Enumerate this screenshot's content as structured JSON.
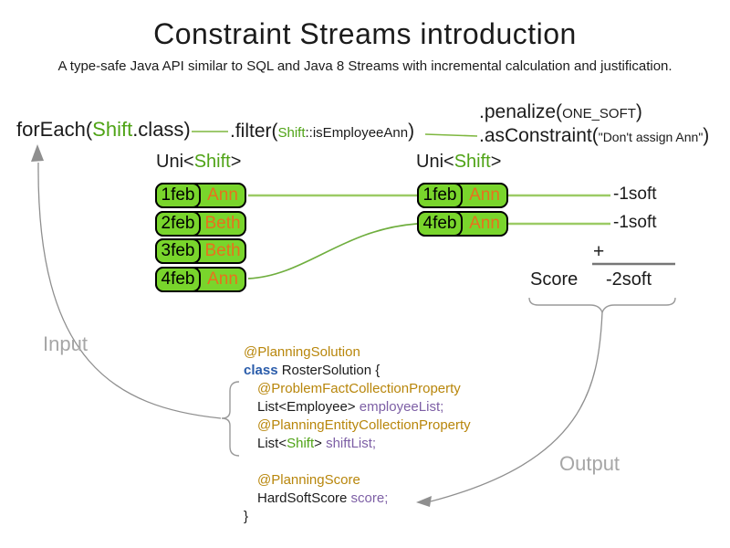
{
  "title": "Constraint Streams introduction",
  "subtitle": "A type-safe Java API similar to SQL and Java 8 Streams with incremental calculation and justification.",
  "pipeline": {
    "foreach_pre": "forEach(",
    "foreach_class": "Shift",
    "foreach_post": ".class)",
    "filter_pre": ".filter(",
    "filter_arg_class": "Shift",
    "filter_arg_rest": "::isEmployeeAnn",
    "filter_post": ")",
    "penalize_pre": ".penalize(",
    "penalize_arg": "ONE_SOFT",
    "penalize_post": ")",
    "asconstraint_pre": ".asConstraint(",
    "asconstraint_arg": "\"Don't assign Ann\"",
    "asconstraint_post": ")"
  },
  "uni": {
    "pre": "Uni<",
    "cls": "Shift",
    "post": ">"
  },
  "rows_left": [
    {
      "date": "1feb",
      "name": "Ann"
    },
    {
      "date": "2feb",
      "name": "Beth"
    },
    {
      "date": "3feb",
      "name": "Beth"
    },
    {
      "date": "4feb",
      "name": "Ann"
    }
  ],
  "rows_right": [
    {
      "date": "1feb",
      "name": "Ann"
    },
    {
      "date": "4feb",
      "name": "Ann"
    }
  ],
  "penalties": [
    "-1soft",
    "-1soft"
  ],
  "score": {
    "plus": "+",
    "label": "Score",
    "total": "-2soft"
  },
  "labels": {
    "input": "Input",
    "output": "Output"
  },
  "code": {
    "l1": "@PlanningSolution",
    "l2_kw": "class",
    "l2_rest": " RosterSolution {",
    "l3": "@ProblemFactCollectionProperty",
    "l4_a": "List<Employee> ",
    "l4_b": "employeeList;",
    "l5": "@PlanningEntityCollectionProperty",
    "l6_a": "List<",
    "l6_b": "Shift",
    "l6_c": "> ",
    "l6_d": "shiftList;",
    "l7": "@PlanningScore",
    "l8_a": "HardSoftScore ",
    "l8_b": "score;",
    "l9": "}"
  },
  "colors": {
    "box_green": "#79d52c",
    "type_green": "#4fa316",
    "name_orange": "#e8711d",
    "annotation_gold": "#b8860b",
    "keyword_blue": "#2a5caa",
    "field_purple": "#7d5fa5",
    "connector_green_light": "#9ccb65",
    "connector_green_dark": "#6fae3e",
    "arrow_gray": "#8f8f8f"
  }
}
